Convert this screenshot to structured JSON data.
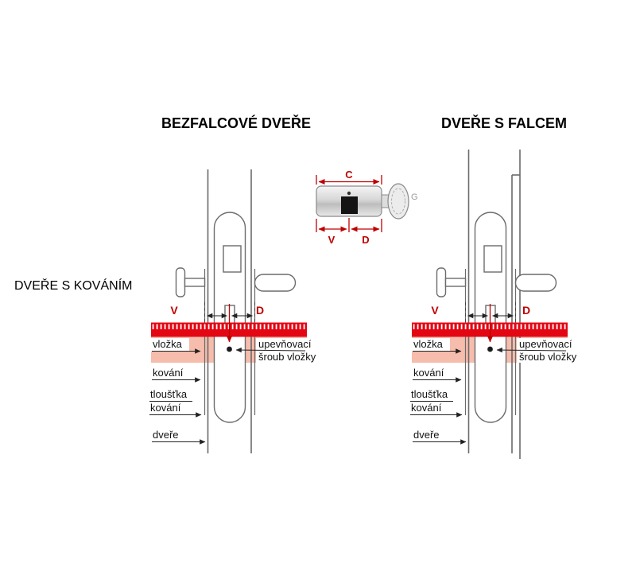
{
  "titles": {
    "left": "BEZFALCOVÉ DVEŘE",
    "right": "DVEŘE S FALCEM",
    "side": "DVEŘE S KOVÁNÍM"
  },
  "inset": {
    "c": "C",
    "v": "V",
    "d": "D",
    "g": "G"
  },
  "dims": {
    "v": "V",
    "d": "D"
  },
  "labels": {
    "vlozka": "vložka",
    "kovani": "kování",
    "tloustka_line1": "tloušťka",
    "tloustka_line2": "kování",
    "dvere": "dveře",
    "screw_line1": "upevňovací",
    "screw_line2": "šroub vložky"
  },
  "colors": {
    "ruler_red": "#e30613",
    "dimension_red": "#c00000",
    "band_pink": "#f6bcac",
    "line_gray": "#6b6b6b"
  }
}
